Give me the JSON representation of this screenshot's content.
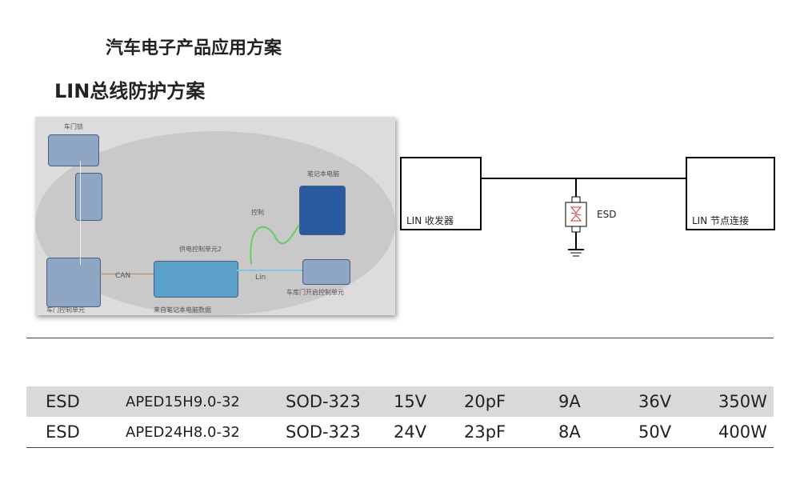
{
  "title": "汽车电子产品应用方案",
  "subtitle": "LIN总线防护方案",
  "photo_labels": {
    "door_lock": "车门锁",
    "laptop": "笔记本电脑",
    "control": "控制",
    "power_unit": "供电控制单元2",
    "can": "CAN",
    "lin": "Lin",
    "garage_unit": "车库门开启控制单元",
    "door_unit": "车门控制单元",
    "data_from_laptop": "来自笔记本电脑数据"
  },
  "diagram": {
    "left_box": "LIN 收发器",
    "right_box": "LIN 节点连接",
    "esd": "ESD"
  },
  "table": {
    "rows": [
      [
        "ESD",
        "APED15H9.0-32",
        "SOD-323",
        "15V",
        "20pF",
        "9A",
        "36V",
        "350W"
      ],
      [
        "ESD",
        "APED24H8.0-32",
        "SOD-323",
        "24V",
        "23pF",
        "8A",
        "50V",
        "400W"
      ]
    ]
  }
}
